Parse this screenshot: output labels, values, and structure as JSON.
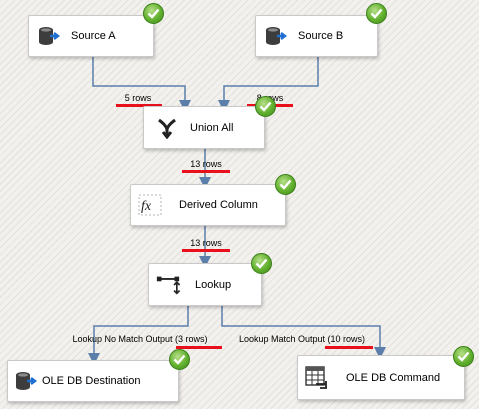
{
  "tasks": {
    "source_a": "Source A",
    "source_b": "Source B",
    "union_all": "Union All",
    "derived_column": "Derived Column",
    "lookup": "Lookup",
    "ole_db_destination": "OLE DB Destination",
    "ole_db_command": "OLE DB Command"
  },
  "paths": {
    "source_a_rows": "5 rows",
    "source_b_rows": "8 rows",
    "union_rows": "13 rows",
    "derived_rows": "13 rows",
    "no_match": "Lookup No Match Output (3 rows)",
    "match": "Lookup Match Output (10 rows)"
  },
  "icons": {
    "source_a": "database-arrow-icon",
    "source_b": "database-arrow-icon",
    "union_all": "merge-arrows-icon",
    "derived_column": "fx-icon",
    "lookup": "lookup-icon",
    "ole_db_destination": "database-arrow-icon",
    "ole_db_command": "table-command-icon",
    "status": "success-check-icon"
  },
  "colors": {
    "link": "#5b7faa",
    "success": "#62b02e",
    "highlight": "#e8101a"
  }
}
